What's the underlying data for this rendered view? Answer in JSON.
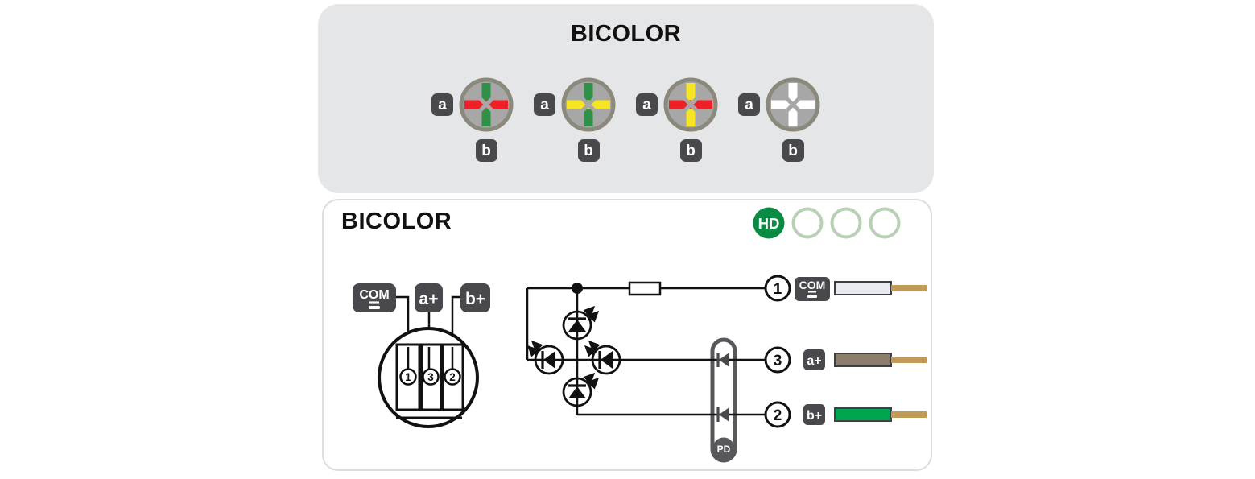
{
  "top_panel": {
    "title": "BICOLOR",
    "indicator_label_a": "a",
    "indicator_label_b": "b",
    "indicator_style": {
      "circle_fill": "#a7a7a7",
      "circle_border": "#8b887c"
    },
    "indicators": [
      {
        "a_color": "#ee2127",
        "b_color": "#2e9147"
      },
      {
        "a_color": "#f6e522",
        "b_color": "#2e9147"
      },
      {
        "a_color": "#ee2127",
        "b_color": "#f6e522"
      },
      {
        "a_color": "#ffffff",
        "b_color": "#ffffff"
      }
    ]
  },
  "bottom_panel": {
    "title": "BICOLOR",
    "badges": {
      "hd_label": "HD",
      "hd_fill": "#0b8a44",
      "ring_color": "#b9cfb6"
    },
    "pinout": {
      "com_label": "COM",
      "a_label": "a+",
      "b_label": "b+",
      "pin1": "1",
      "pin3": "3",
      "pin2": "2"
    },
    "circuit": {
      "pd_label": "PD",
      "terminal1": {
        "number": "1",
        "label": "COM",
        "wire_color": "#e9ebf1"
      },
      "terminal3": {
        "number": "3",
        "label": "a+",
        "wire_color": "#8d7d6c"
      },
      "terminal2": {
        "number": "2",
        "label": "b+",
        "wire_color": "#00a64f"
      },
      "wire_tip_color": "#c29a58",
      "pd_color": "#58585c",
      "diode_color": "#4a4a4e"
    }
  }
}
